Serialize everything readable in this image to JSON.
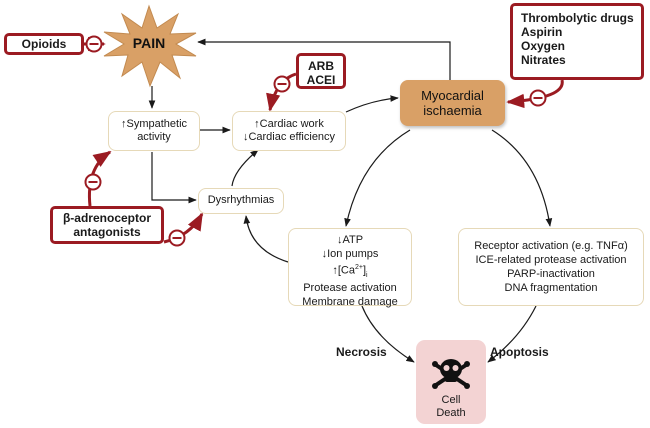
{
  "pain": {
    "label": "PAIN"
  },
  "opioids": {
    "label": "Opioids"
  },
  "thrombolytic": {
    "lines": [
      "Thrombolytic drugs",
      "Aspirin",
      "Oxygen",
      "Nitrates"
    ]
  },
  "arb": {
    "lines": [
      "ARB",
      "ACEI"
    ]
  },
  "myocardial": {
    "lines": [
      "Myocardial",
      "ischaemia"
    ]
  },
  "sympathetic": {
    "lines": [
      "↑Sympathetic",
      "activity"
    ]
  },
  "cardiac": {
    "lines": [
      "↑Cardiac work",
      "↓Cardiac efficiency"
    ]
  },
  "dysrhythmias": {
    "label": "Dysrhythmias"
  },
  "beta": {
    "lines": [
      "β-adrenoceptor",
      "antagonists"
    ]
  },
  "necrosis_box": {
    "lines": [
      "↓ATP",
      "↓Ion pumps",
      "↑[Ca2+]i",
      "Protease activation",
      "Membrane damage"
    ]
  },
  "apoptosis_box": {
    "lines": [
      "Receptor activation (e.g. TNFα)",
      "ICE-related protease activation",
      "PARP-inactivation",
      "DNA fragmentation"
    ]
  },
  "necrosis_label": "Necrosis",
  "apoptosis_label": "Apoptosis",
  "cell_death": {
    "lines": [
      "Cell",
      "Death"
    ]
  },
  "inhibit_symbol": "−",
  "colors": {
    "drug_border": "#9b1b22",
    "myocardial_fill": "#d9a066",
    "pain_star": "#d9a066",
    "cell_death_fill": "#f3d3d3",
    "box_border": "#e6d9b8"
  },
  "icons": {
    "pain": "starburst-icon",
    "death": "skull-crossbones-icon",
    "inhibit": "minus-circle-icon"
  }
}
